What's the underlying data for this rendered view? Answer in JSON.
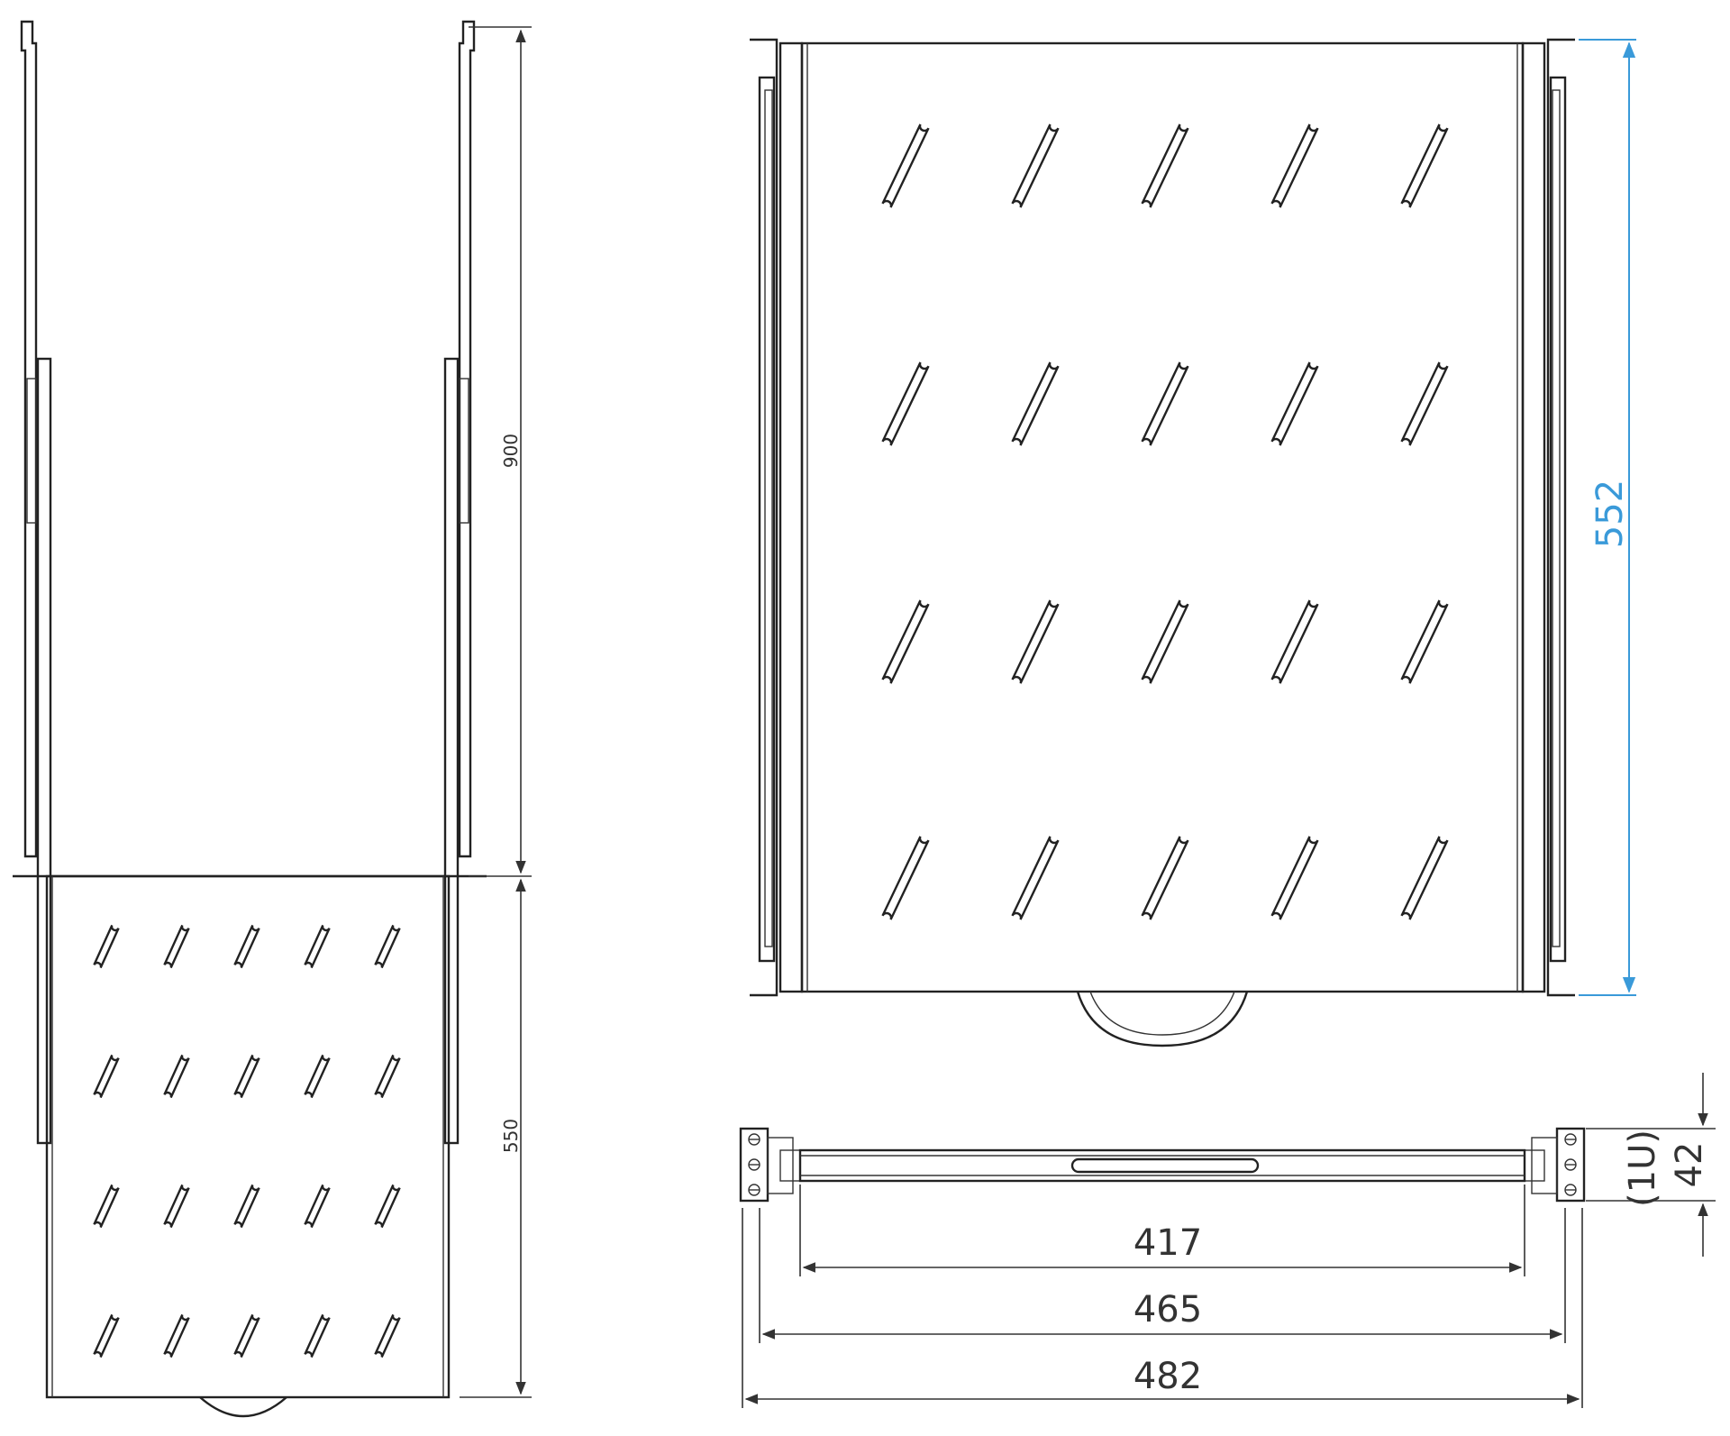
{
  "side_view": {
    "dim_depth": "900",
    "dim_extension": "550"
  },
  "top_view": {
    "dim_shelf_depth": "552",
    "dimension_color": "#3a9ad9"
  },
  "front_view": {
    "dim_inner_width": "417",
    "dim_mount_width": "465",
    "dim_total_width": "482",
    "dim_height": "42",
    "dim_height_unit": "(1U)"
  },
  "colors": {
    "line": "#222222",
    "dimension_blue": "#3a9ad9",
    "background": "#ffffff"
  }
}
